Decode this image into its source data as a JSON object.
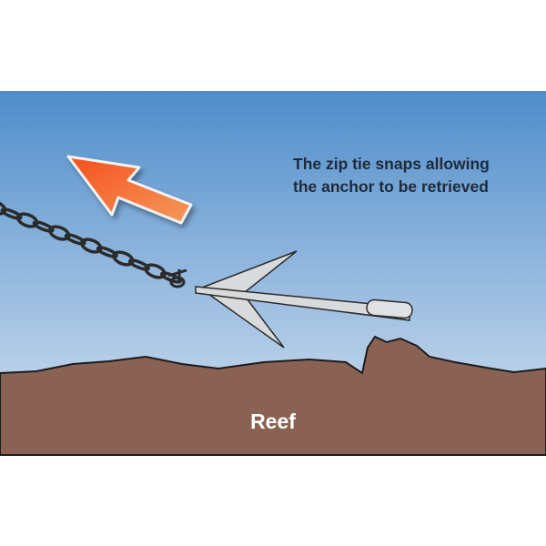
{
  "caption": {
    "line1": "The zip tie snaps allowing",
    "line2": "the anchor to be retrieved"
  },
  "reef_label": "Reef",
  "colors": {
    "sky_top": "#4f8dcb",
    "sky_bottom": "#bcd2ea",
    "reef": "#8a6253",
    "arrow": "#f06a2a",
    "anchor": "#d9dadc"
  }
}
